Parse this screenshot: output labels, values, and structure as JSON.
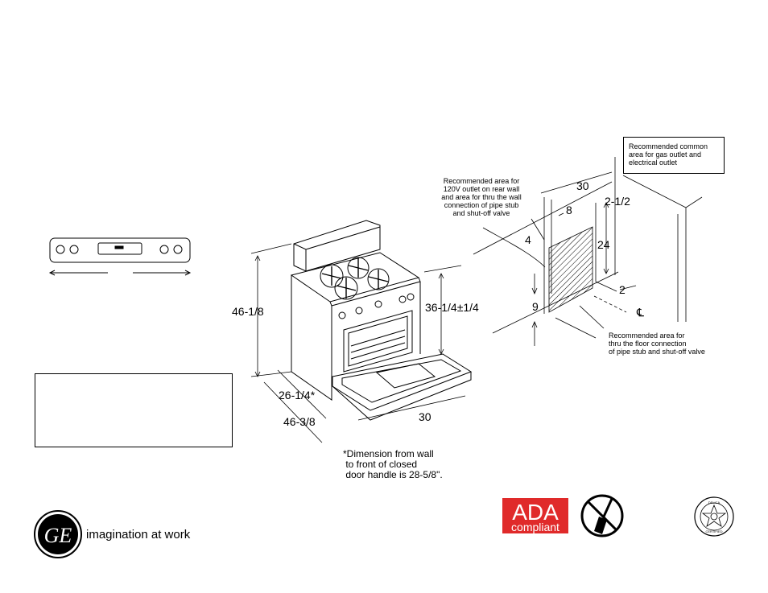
{
  "dimensions": {
    "height": "46-1/8",
    "cooktop_height": "36-1/4±1/4",
    "depth_closed": "26-1/4*",
    "depth_open": "46-3/8",
    "width": "30",
    "footnote": "*Dimension from wall\n to front of closed\n door handle is 28-5/8\"."
  },
  "rough_in": {
    "width_30": "30",
    "offset_2_1_2": "2-1/2",
    "width_8": "8",
    "offset_4": "4",
    "height_24": "24",
    "height_9": "9",
    "offset_2": "2",
    "centerline": "℄",
    "note_rear_wall": "Recommended area for\n120V outlet on rear wall\nand area for thru the wall\nconnection of pipe stub\nand shut-off valve",
    "note_common": "Recommended common\narea for gas outlet and\nelectrical outlet",
    "note_floor": "Recommended area for\nthru the floor connection\nof pipe stub and shut-off valve"
  },
  "brand": {
    "tagline": "imagination at work",
    "logo": "GE"
  },
  "badges": {
    "ada_line1": "ADA",
    "ada_line2": "compliant",
    "no_sweep": "no-sweep-icon",
    "cert_top": "DELICA",
    "cert_bottom": "CERTIFIED"
  },
  "colors": {
    "ada_red": "#e02a2a",
    "line": "#000000"
  }
}
